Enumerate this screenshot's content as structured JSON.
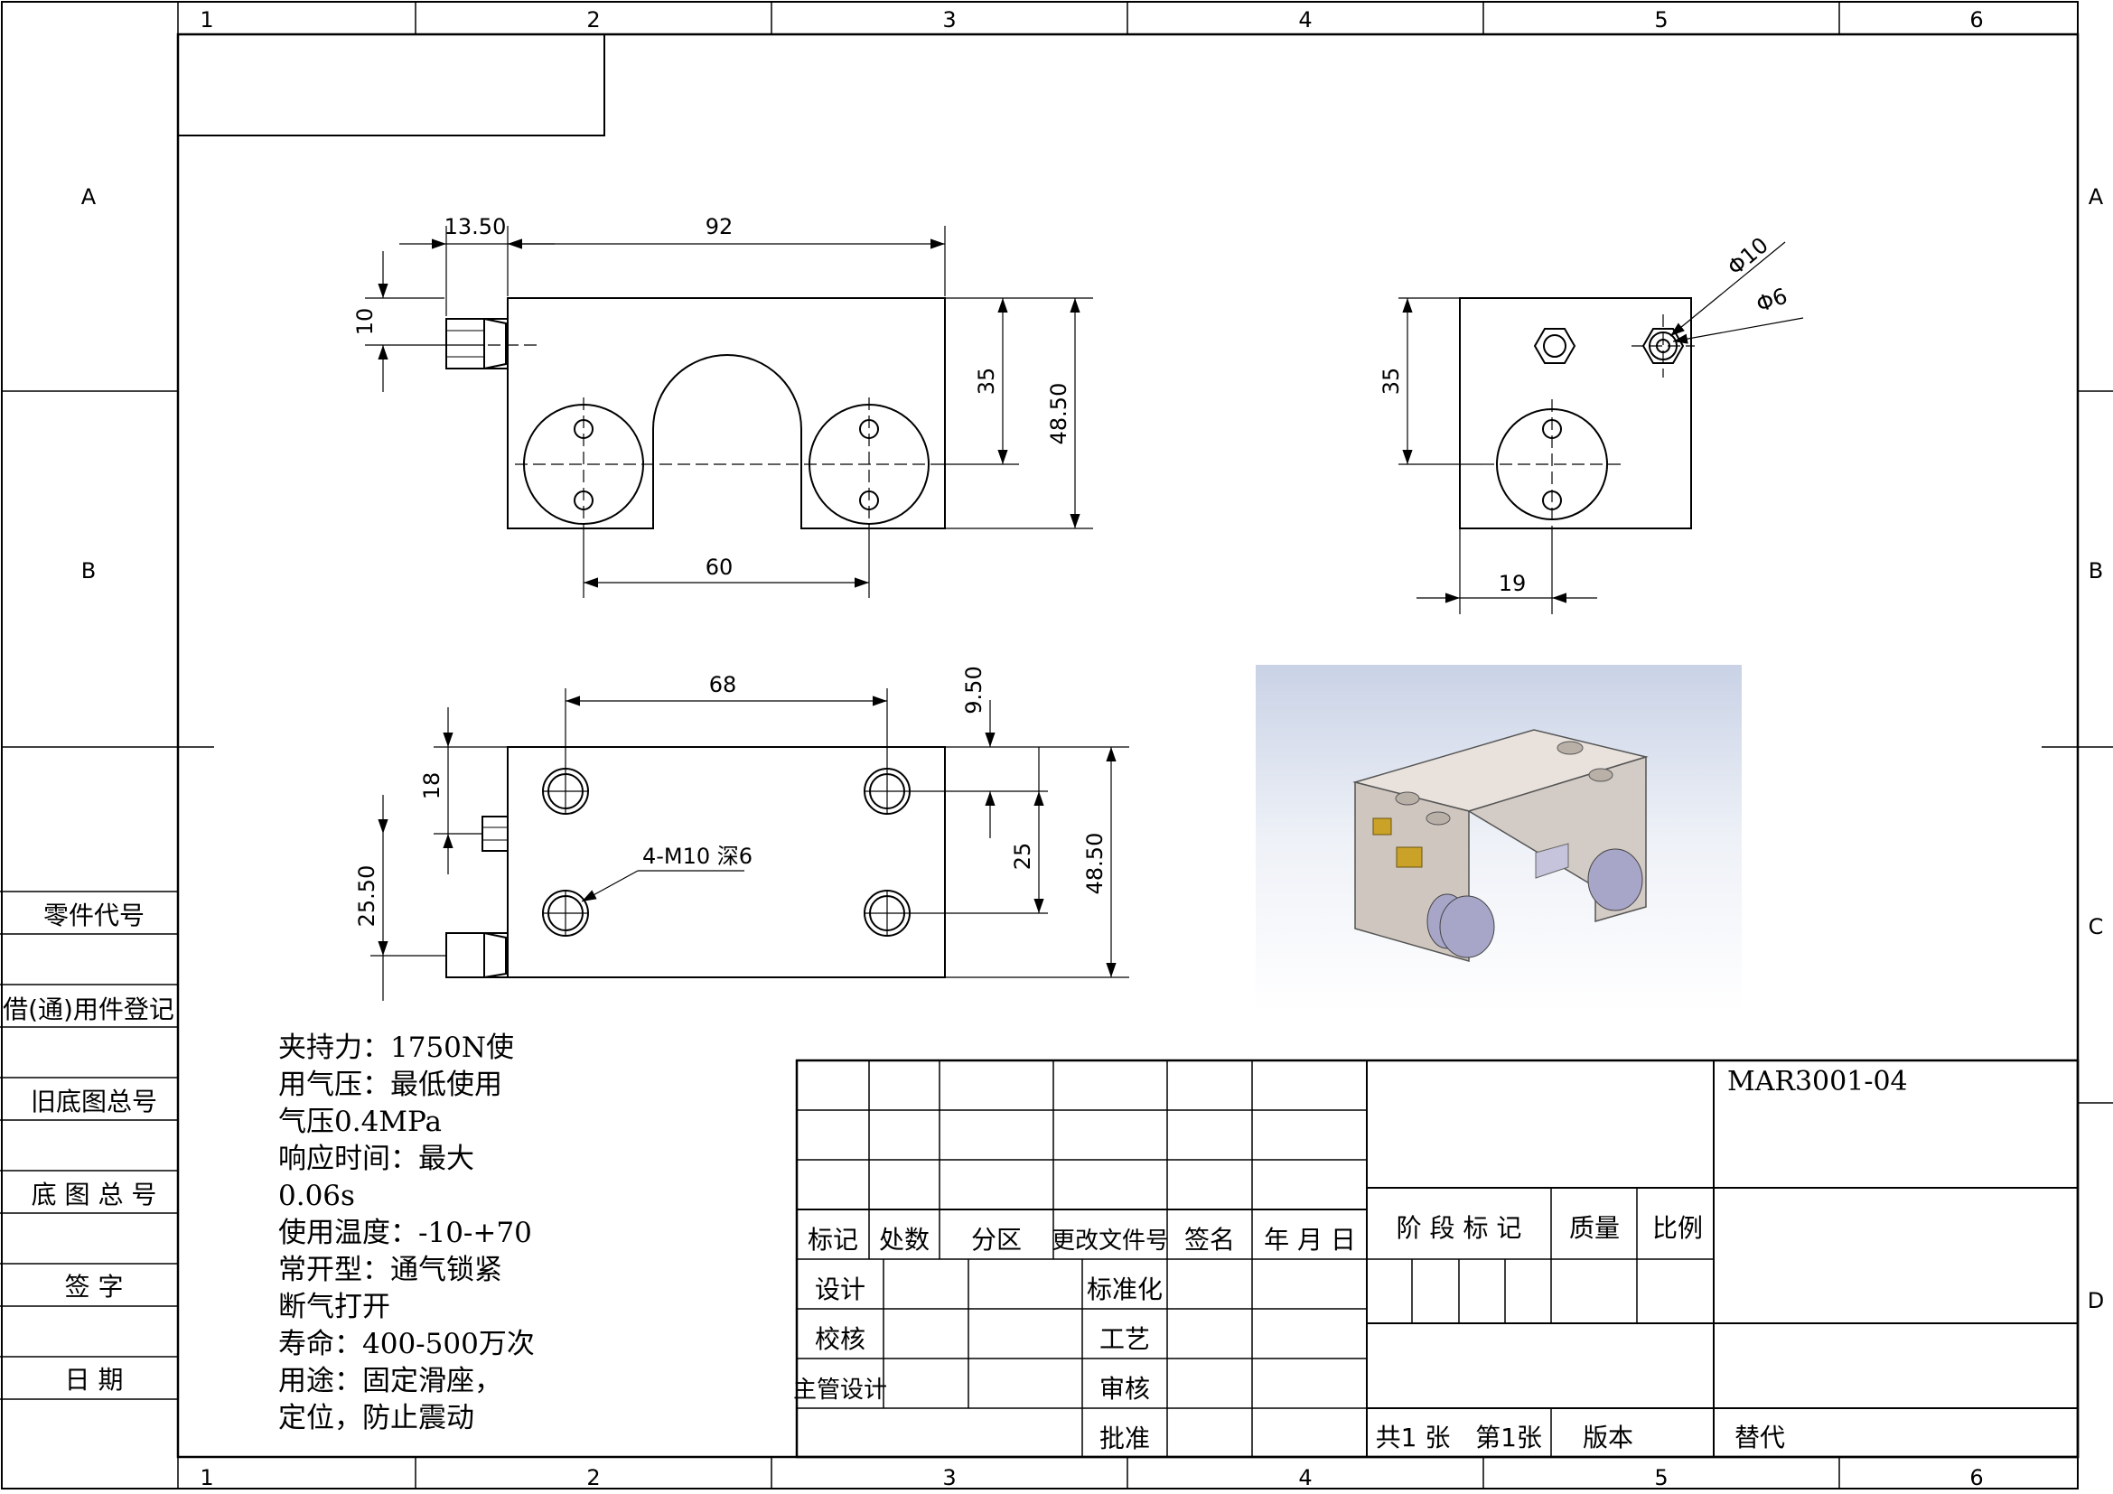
{
  "zone_columns": [
    "1",
    "2",
    "3",
    "4",
    "5",
    "6"
  ],
  "zone_rows": [
    "A",
    "B",
    "C",
    "D"
  ],
  "dimensions": {
    "front_top_left": "13.50",
    "front_top_width": "92",
    "front_left_height": "10",
    "front_mid_height": "35",
    "front_total_height": "48.50",
    "front_bottom_width": "60",
    "side_height": "35",
    "side_bottom_width": "19",
    "side_dia_outer": "Φ10",
    "side_dia_inner": "Φ6",
    "top_width": "68",
    "top_right_offset": "9.50",
    "top_left_offset": "18",
    "top_left_height": "25.50",
    "top_mid_height": "25",
    "top_total_height": "48.50",
    "hole_callout": "4-M10 深6"
  },
  "side_labels": [
    "零件代号",
    "借(通)用件登记",
    "旧底图总号",
    "底 图 总 号",
    "签    字",
    "日    期"
  ],
  "notes": [
    "夹持力：1750N使",
    "用气压：最低使用",
    "气压0.4MPa",
    "响应时间：最大",
    "0.06s",
    "使用温度：-10-+70",
    "常开型：通气锁紧",
    "断气打开",
    "寿命：400-500万次",
    "用途：固定滑座，",
    "定位，防止震动"
  ],
  "title_block": {
    "drawing_number": "MAR3001-04",
    "revision_headers": [
      "标记",
      "处数",
      "分区",
      "更改文件号",
      "签名",
      "年 月 日"
    ],
    "role_left": [
      "设计",
      "校核",
      "主管设计"
    ],
    "role_right": [
      "标准化",
      "工艺",
      "审核",
      "批准"
    ],
    "stage_mark": "阶 段 标 记",
    "mass": "质量",
    "scale": "比例",
    "sheets_total": "共1 张",
    "sheet_index": "第1张",
    "version": "版本",
    "replaces": "替代"
  }
}
